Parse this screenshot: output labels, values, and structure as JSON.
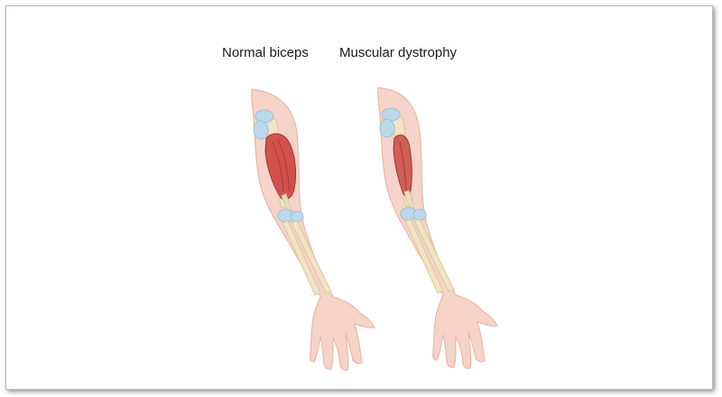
{
  "labels": {
    "normal": "Normal biceps",
    "dystrophy": "Muscular dystrophy"
  },
  "colors": {
    "skin": "#f6d3c8",
    "skin_edge": "#e9b7a7",
    "bone": "#f1e3c5",
    "bone_edge": "#d9c49c",
    "muscle": "#d1524d",
    "muscle_dark": "#a8322f",
    "cartilage": "#bcd9ec",
    "tendon": "#e8dcc4"
  },
  "illustrations": [
    {
      "name": "normal-arm",
      "muscle": "normal"
    },
    {
      "name": "dystrophy-arm",
      "muscle": "atrophied"
    }
  ]
}
